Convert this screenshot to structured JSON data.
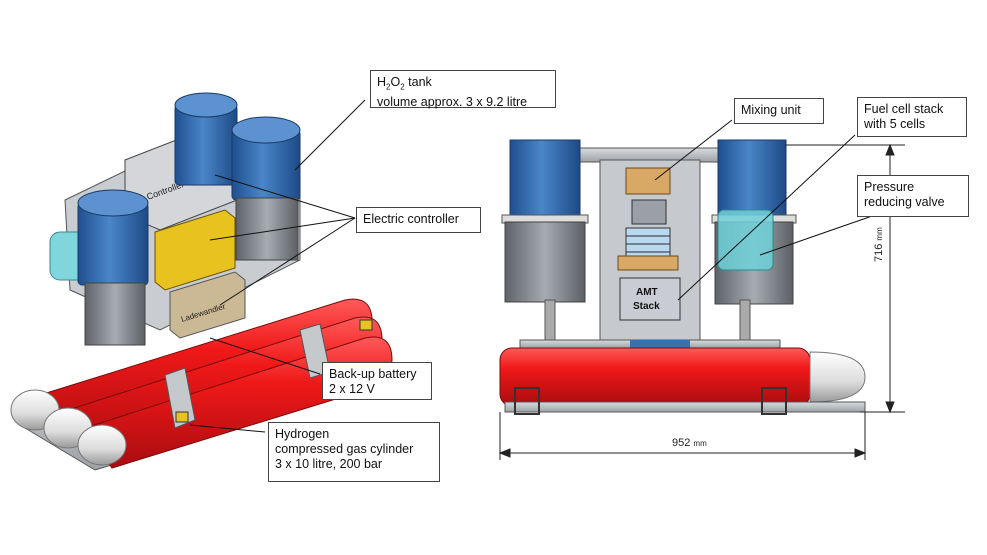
{
  "callouts": {
    "h2o2_tank": {
      "line1_prefix": "H",
      "sub1": "2",
      "mid": "O",
      "sub2": "2",
      "line1_suffix": " tank",
      "line2": "volume approx. 3 x 9.2 litre"
    },
    "electric_controller": "Electric controller",
    "backup_battery": {
      "line1": "Back-up battery",
      "line2": "2 x 12 V"
    },
    "hydrogen_cylinder": {
      "line1": "Hydrogen",
      "line2": "compressed gas cylinder",
      "line3": "3 x 10 litre, 200 bar"
    },
    "mixing_unit": "Mixing unit",
    "fuel_cell_stack": {
      "line1": "Fuel cell stack",
      "line2": "with 5 cells"
    },
    "pressure_reducing_valve": {
      "line1": "Pressure",
      "line2": "reducing valve"
    }
  },
  "component_labels": {
    "controller": "Controller",
    "ladewandler": "Ladewandler",
    "amt_stack_1": "AMT",
    "amt_stack_2": "Stack"
  },
  "dimensions": {
    "height_value": "716",
    "height_unit": "mm",
    "width_value": "952",
    "width_unit": "mm"
  },
  "colors": {
    "tank_blue": "#3a6fb0",
    "tank_grey": "#8a9095",
    "cylinder_red": "#e8141c",
    "cylinder_cap": "#e6e6e6",
    "frame_grey": "#b8bcc0",
    "controller_yellow": "#e8c21e",
    "valve_cyan": "#6fd0d8"
  }
}
